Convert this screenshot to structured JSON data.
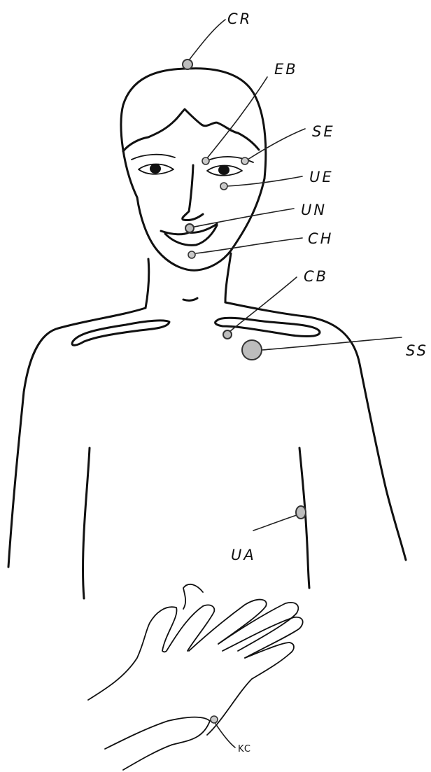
{
  "points": {
    "cr": {
      "label": "CR"
    },
    "eb": {
      "label": "EB"
    },
    "se": {
      "label": "SE"
    },
    "ue": {
      "label": "UE"
    },
    "un": {
      "label": "UN"
    },
    "ch": {
      "label": "CH"
    },
    "cb": {
      "label": "CB"
    },
    "ss": {
      "label": "SS"
    },
    "ua": {
      "label": "UA"
    },
    "kc": {
      "label": "KC"
    }
  }
}
